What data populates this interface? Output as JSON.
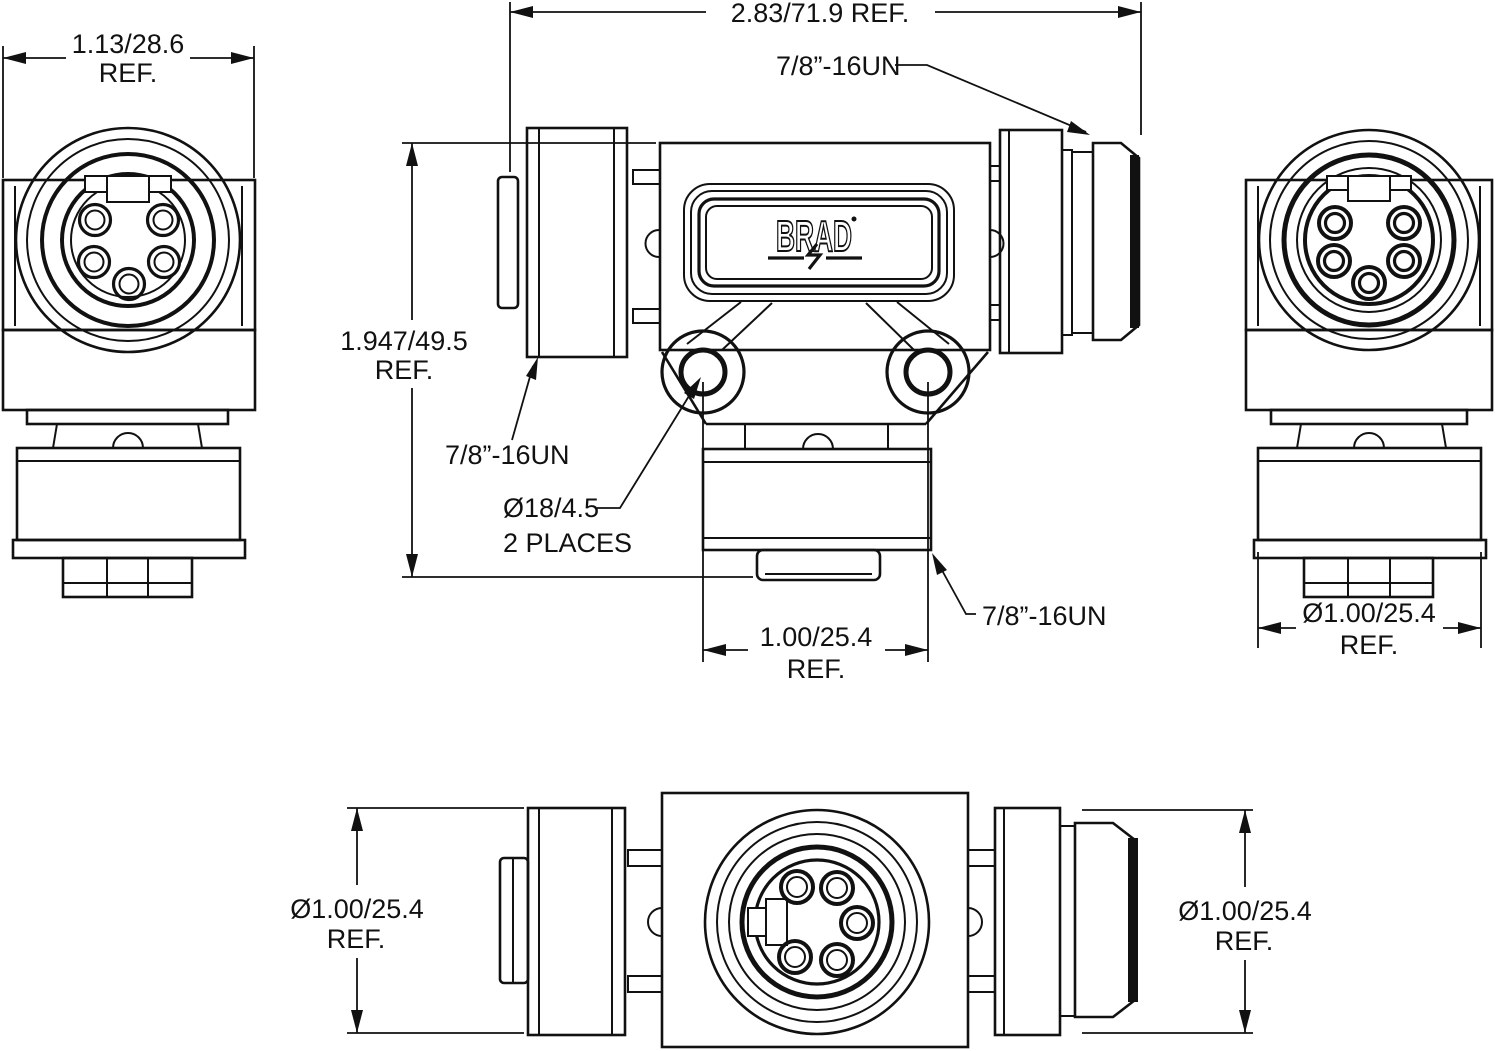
{
  "drawing_type": "technical-drawing",
  "logo": {
    "brand": "BRAD"
  },
  "colors": {
    "line": "#111111",
    "background": "#ffffff"
  },
  "views": {
    "front": {
      "dim_width": "1.13/28.6",
      "dim_width_ref": "REF."
    },
    "main": {
      "dim_overall": "2.83/71.9  REF.",
      "dim_height": "1.947/49.5",
      "dim_height_ref": "REF.",
      "dim_port": "1.00/25.4",
      "dim_port_ref": "REF.",
      "thread_right": "7/8”-16UN",
      "thread_left": "7/8”-16UN",
      "thread_bottom": "7/8”-16UN",
      "hole_dia": "Ø18/4.5",
      "hole_places": "2 PLACES"
    },
    "right": {
      "dim_dia": "Ø1.00/25.4",
      "dim_dia_ref": "REF."
    },
    "bottom": {
      "dim_dia_left": "Ø1.00/25.4",
      "dim_dia_left_ref": "REF.",
      "dim_dia_right": "Ø1.00/25.4",
      "dim_dia_right_ref": "REF."
    }
  }
}
